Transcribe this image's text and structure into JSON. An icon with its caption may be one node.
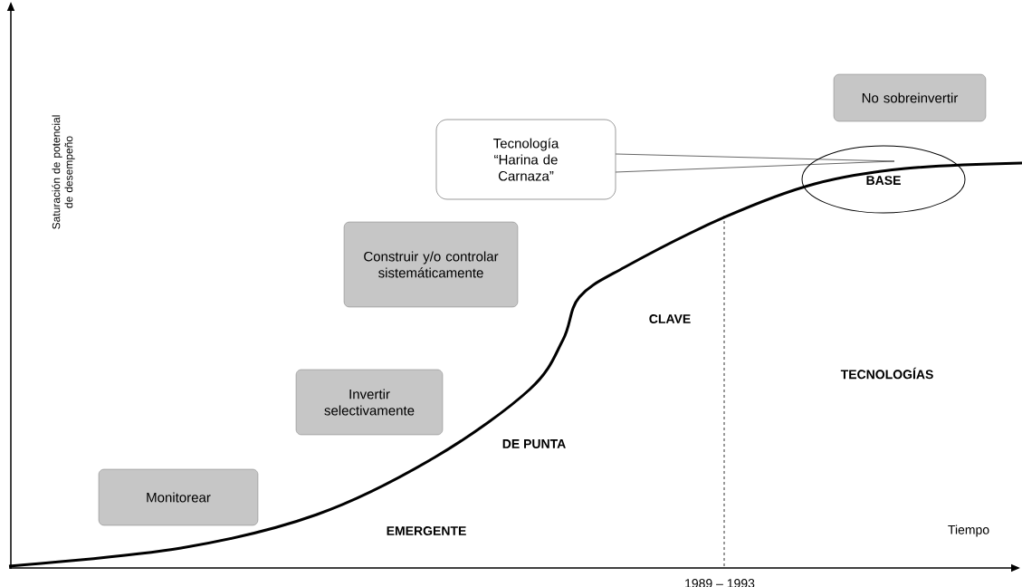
{
  "diagram": {
    "nodes": [
      {
        "text": [
          "No sobreinvertir"
        ]
      },
      {
        "text": [
          "Tecnología “Harina de Carnaza”"
        ]
      },
      {
        "text": [
          "BASE"
        ]
      },
      {
        "text": [
          "Construir y/o controlar sistemáticamente"
        ]
      },
      {
        "text": [
          "Invertir selectivamente"
        ]
      },
      {
        "text": [
          "Monitorear"
        ]
      }
    ],
    "edges": [
      {
        "from": 1,
        "to": 2,
        "arrow": "none"
      }
    ],
    "labels": [
      "Saturación de potencial de desempeño",
      "CLAVE",
      "TECNOLOGÍAS",
      "DE PUNTA",
      "EMERGENTE",
      "Tiempo",
      "1989 – 1993"
    ]
  }
}
